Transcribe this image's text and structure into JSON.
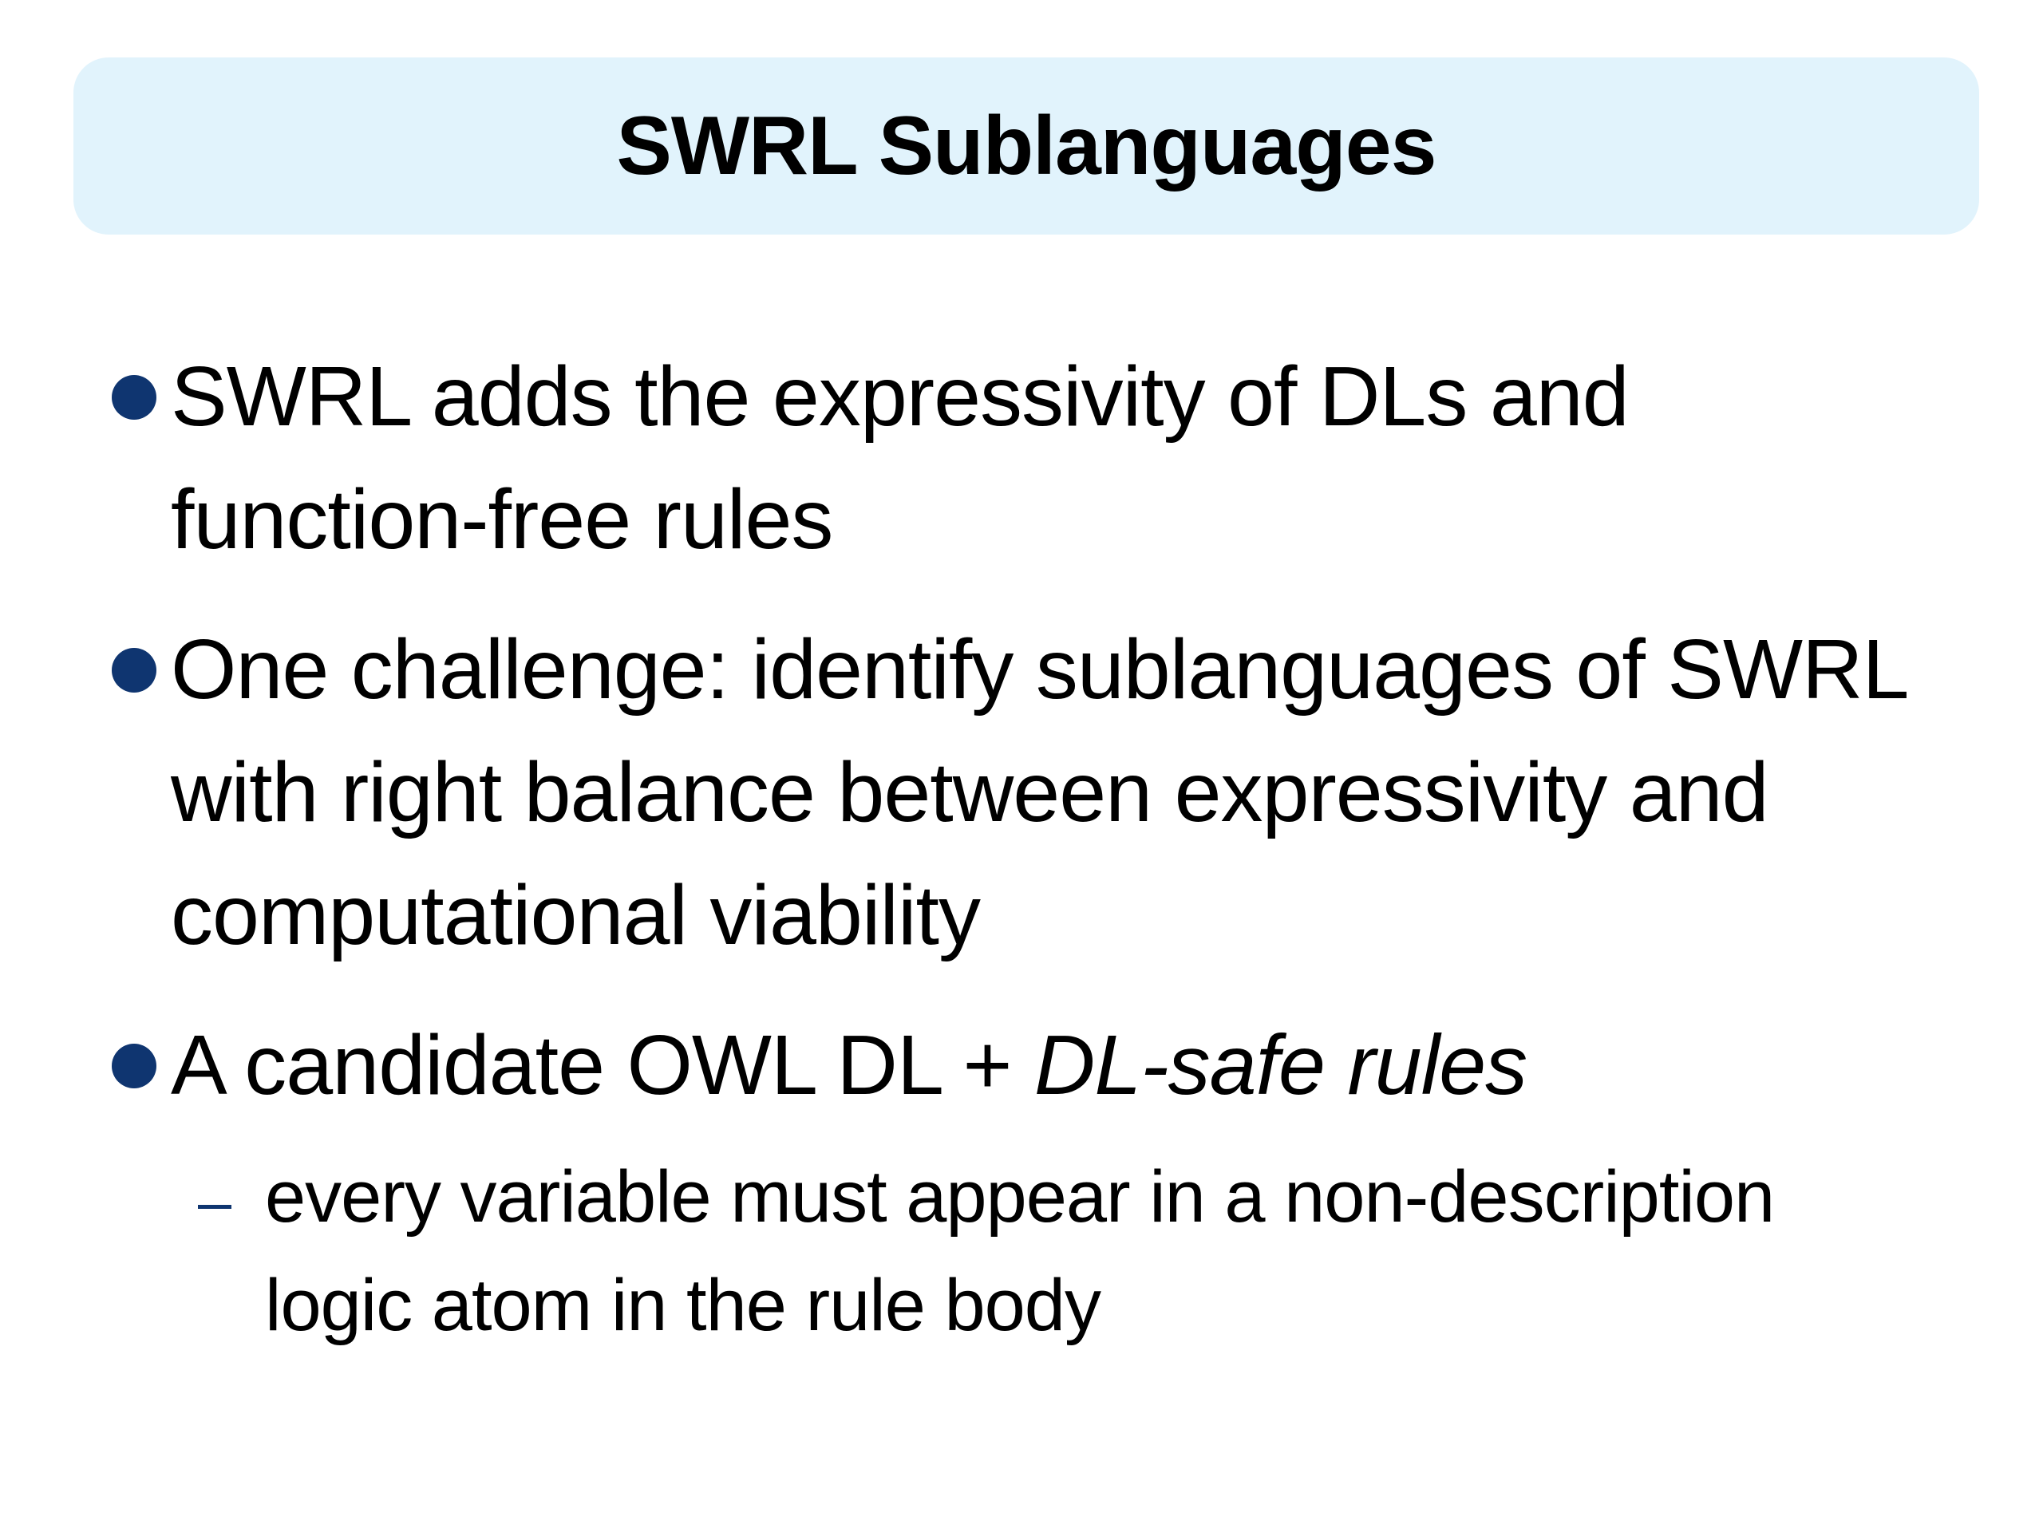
{
  "slide": {
    "title": "SWRL Sublanguages",
    "bullets": [
      {
        "text": "SWRL adds the expressivity of DLs and function-free rules"
      },
      {
        "text": "One challenge: identify sublanguages of SWRL with right balance between expressivity and computational viability"
      },
      {
        "text_prefix": "A candidate OWL DL + ",
        "text_emphasis": "DL-safe rules",
        "sub_bullets": [
          {
            "text": "every variable must appear in a non-description logic atom in the rule body"
          }
        ]
      }
    ]
  },
  "colors": {
    "title_background": "#e1f3fc",
    "bullet_accent": "#0f3570",
    "text": "#000000",
    "background": "#ffffff"
  }
}
